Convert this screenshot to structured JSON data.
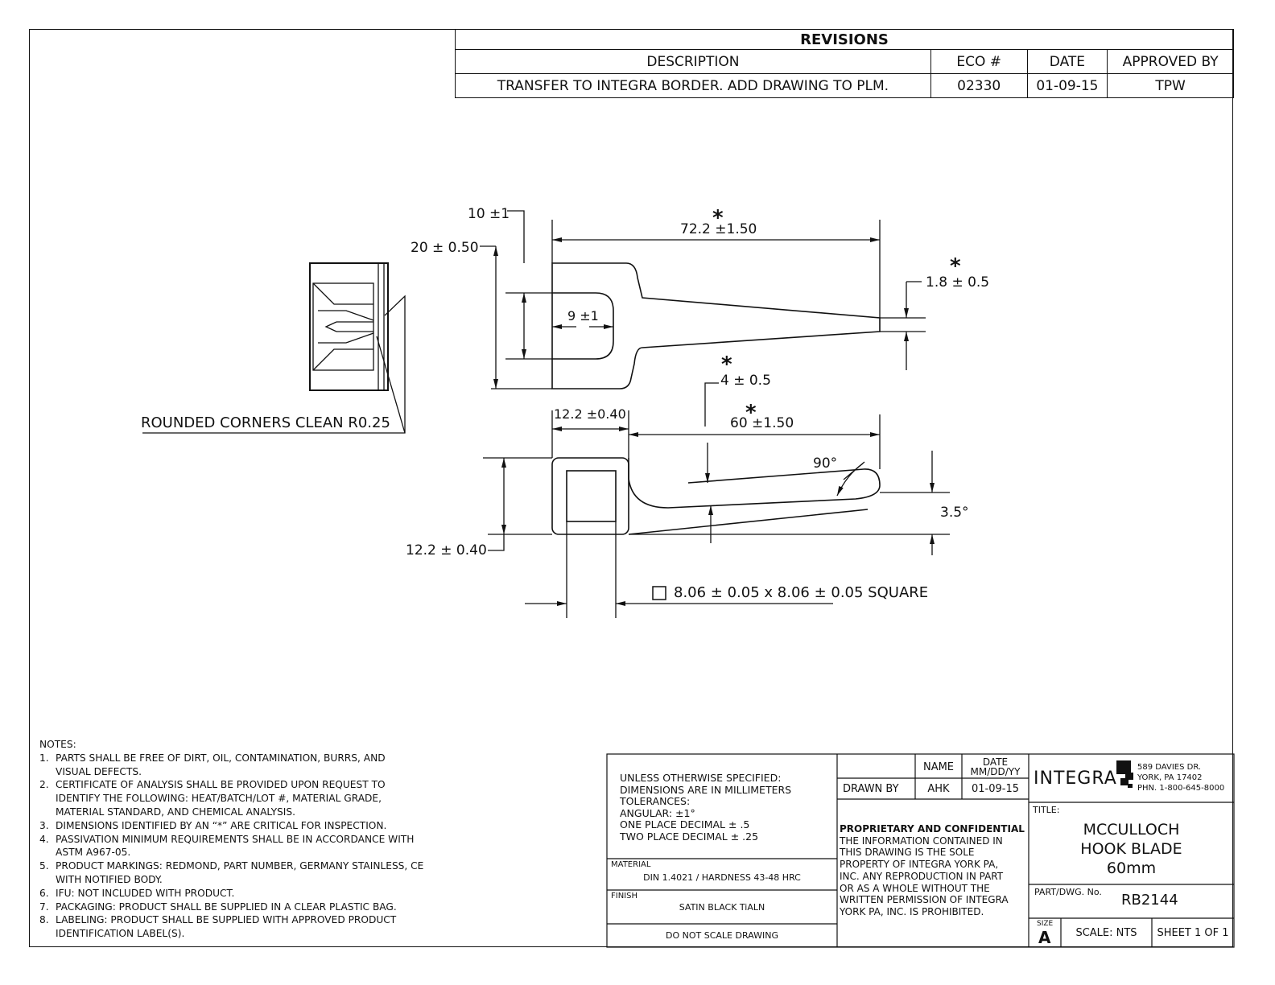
{
  "revisions": {
    "title": "REVISIONS",
    "headers": [
      "DESCRIPTION",
      "ECO #",
      "DATE",
      "APPROVED BY"
    ],
    "rows": [
      [
        "TRANSFER TO INTEGRA BORDER. ADD DRAWING TO PLM.",
        "02330",
        "01-09-15",
        "TPW"
      ]
    ]
  },
  "dimensions": {
    "d_10": "10 ±1",
    "d_20": "20 ± 0.50",
    "d_72": "72.2 ±1.50",
    "d_18": "1.8 ± 0.5",
    "d_9": "9 ±1",
    "d_4": "4 ± 0.5",
    "d_122_top": "12.2 ±0.40",
    "d_60": "60 ±1.50",
    "d_90": "90°",
    "d_35": "3.5°",
    "d_122_left": "12.2 ± 0.40",
    "d_square": "8.06 ± 0.05 x 8.06 ± 0.05 SQUARE",
    "star": "*"
  },
  "callouts": {
    "rounded_corners": "ROUNDED CORNERS CLEAN R0.25"
  },
  "notes": {
    "title": "NOTES:",
    "items": [
      {
        "num": "1.",
        "line1": "PARTS SHALL BE FREE OF DIRT, OIL, CONTAMINATION, BURRS, AND",
        "line2": "VISUAL DEFECTS."
      },
      {
        "num": "2.",
        "line1": "CERTIFICATE OF ANALYSIS SHALL BE PROVIDED UPON REQUEST TO",
        "line2": "IDENTIFY THE FOLLOWING: HEAT/BATCH/LOT #, MATERIAL GRADE,",
        "line3": "MATERIAL STANDARD, AND CHEMICAL ANALYSIS."
      },
      {
        "num": "3.",
        "line1": "DIMENSIONS IDENTIFIED BY AN “*” ARE CRITICAL FOR INSPECTION."
      },
      {
        "num": "4.",
        "line1": "PASSIVATION MINIMUM REQUIREMENTS SHALL BE IN ACCORDANCE WITH",
        "line2": "ASTM A967-05."
      },
      {
        "num": "5.",
        "line1": "PRODUCT MARKINGS: REDMOND, PART NUMBER, GERMANY STAINLESS, CE",
        "line2": "WITH NOTIFIED BODY."
      },
      {
        "num": "6.",
        "line1": "IFU: NOT INCLUDED WITH PRODUCT."
      },
      {
        "num": "7.",
        "line1": "PACKAGING: PRODUCT  SHALL BE SUPPLIED IN A CLEAR PLASTIC BAG."
      },
      {
        "num": "8.",
        "line1": "LABELING: PRODUCT SHALL BE SUPPLIED WITH APPROVED PRODUCT",
        "line2": "IDENTIFICATION LABEL(S)."
      }
    ]
  },
  "titleblock": {
    "unless": "UNLESS OTHERWISE SPECIFIED:",
    "dims": "DIMENSIONS ARE IN MILLIMETERS",
    "tol": "TOLERANCES:",
    "angular": "ANGULAR: ±1°",
    "one_place": "ONE PLACE DECIMAL ± .5",
    "two_place": "TWO PLACE DECIMAL ± .25",
    "material_label": "MATERIAL",
    "material": "DIN 1.4021 / HARDNESS 43-48 HRC",
    "finish_label": "FINISH",
    "finish": "SATIN BLACK TiALN",
    "no_scale": "DO NOT SCALE DRAWING",
    "name_hdr": "NAME",
    "date_hdr1": "DATE",
    "date_hdr2": "MM/DD/YY",
    "drawn_by": "DRAWN BY",
    "drawn_name": "AHK",
    "drawn_date": "01-09-15",
    "prop_title": "PROPRIETARY AND CONFIDENTIAL",
    "prop_1": "THE INFORMATION CONTAINED IN",
    "prop_2": "THIS DRAWING IS THE SOLE",
    "prop_3": "PROPERTY OF INTEGRA YORK PA,",
    "prop_4": "INC.  ANY REPRODUCTION IN PART",
    "prop_5": "OR AS A WHOLE WITHOUT THE",
    "prop_6": "WRITTEN PERMISSION OF INTEGRA",
    "prop_7": "YORK PA, INC. IS PROHIBITED.",
    "company": "INTEGRA",
    "addr1": "589 DAVIES DR.",
    "addr2": "YORK, PA 17402",
    "addr3": "PHN. 1-800-645-8000",
    "title_label": "TITLE:",
    "title1": "MCCULLOCH",
    "title2": "HOOK BLADE",
    "title3": "60mm",
    "part_label": "PART/DWG. No.",
    "part_no": "RB2144",
    "size_label": "SIZE",
    "size": "A",
    "scale": "SCALE: NTS",
    "sheet": "SHEET 1 OF 1"
  }
}
